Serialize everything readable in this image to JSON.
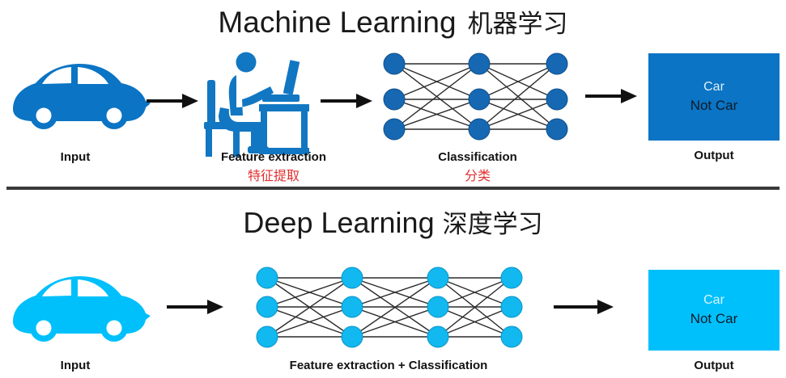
{
  "diagram": {
    "sections": [
      {
        "id": "machine-learning",
        "title_en": "Machine Learning",
        "title_cn": "机器学习",
        "stages": [
          {
            "id": "input",
            "label_en": "Input",
            "label_cn": ""
          },
          {
            "id": "feature",
            "label_en": "Feature extraction",
            "label_cn": "特征提取"
          },
          {
            "id": "classify",
            "label_en": "Classification",
            "label_cn": "分类"
          },
          {
            "id": "output",
            "label_en": "Output",
            "label_cn": ""
          }
        ],
        "output_box": {
          "line1": "Car",
          "line2": "Not Car",
          "color": "#0b74c4"
        },
        "icons": {
          "input": "car-icon",
          "feature": "person-at-desk-icon",
          "classify": "neural-network-icon"
        },
        "network": {
          "layers": 3,
          "nodes_per_layer": [
            3,
            3,
            3
          ],
          "node_color": "#1668b3"
        },
        "arrows": 3
      },
      {
        "id": "deep-learning",
        "title_en": "Deep Learning",
        "title_cn": "深度学习",
        "stages": [
          {
            "id": "input",
            "label_en": "Input",
            "label_cn": ""
          },
          {
            "id": "combined",
            "label_en": "Feature extraction + Classification",
            "label_cn": ""
          },
          {
            "id": "output",
            "label_en": "Output",
            "label_cn": ""
          }
        ],
        "output_box": {
          "line1": "Car",
          "line2": "Not Car",
          "color": "#00c0fc"
        },
        "icons": {
          "input": "car-icon",
          "combined": "deep-neural-network-icon"
        },
        "network": {
          "layers": 4,
          "nodes_per_layer": [
            3,
            3,
            3,
            3
          ],
          "node_color": "#12b8f0"
        },
        "arrows": 2
      }
    ],
    "colors": {
      "ml_blue": "#0b74c4",
      "dl_cyan": "#00c0fc",
      "accent_red": "#e0302e",
      "arrow_black": "#111111",
      "divider": "#3a3a3a"
    }
  }
}
